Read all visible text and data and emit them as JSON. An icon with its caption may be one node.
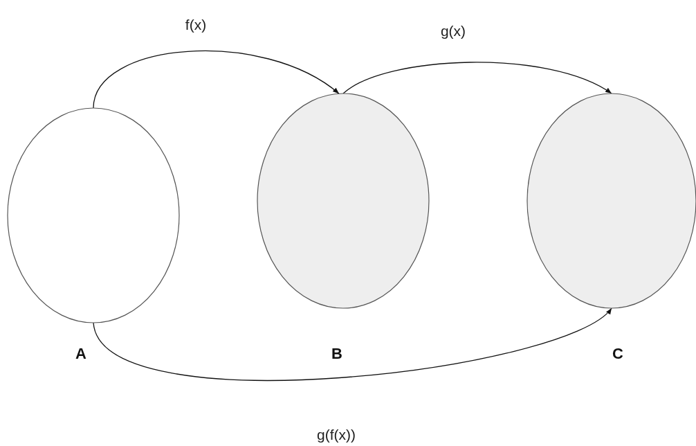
{
  "diagram": {
    "nodes": [
      {
        "text": [
          "A"
        ]
      },
      {
        "text": [
          "B"
        ]
      },
      {
        "text": [
          "C"
        ]
      }
    ],
    "edges": [
      {
        "from": 0,
        "to": 1,
        "arrow": "to",
        "label": "f(x)"
      },
      {
        "from": 1,
        "to": 2,
        "arrow": "to",
        "label": "g(x)"
      },
      {
        "from": 0,
        "to": 2,
        "arrow": "to",
        "label": "g(f(x))"
      }
    ]
  }
}
